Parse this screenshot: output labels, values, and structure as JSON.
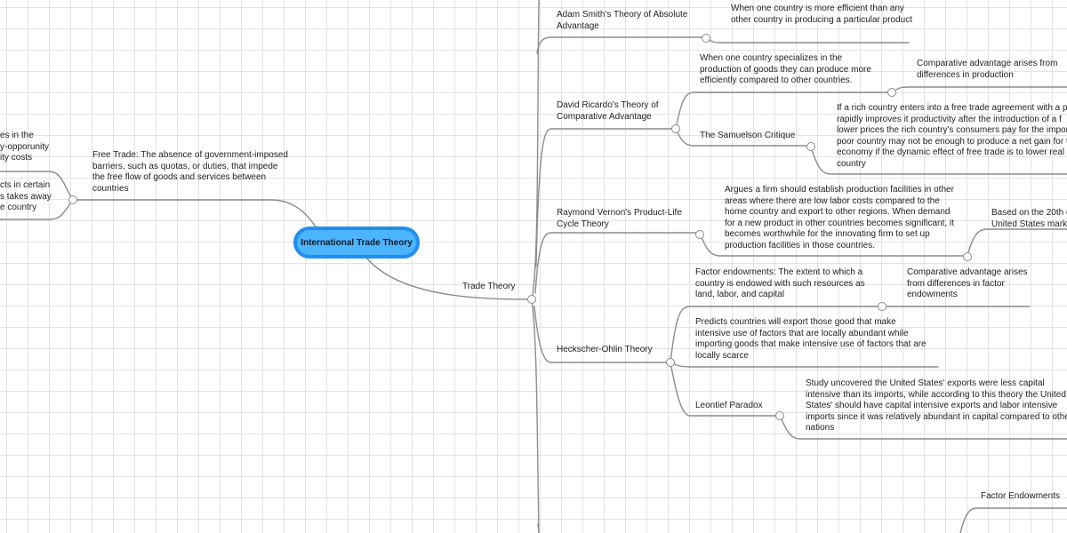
{
  "root": {
    "title": "International Trade Theory"
  },
  "left": {
    "free_trade": "Free Trade: The absence of government-imposed barriers, such as quotas, or duties, that impede the free flow of goods and services between countries",
    "partial_a": [
      "es in the",
      "y-opporunity",
      "ity costs"
    ],
    "partial_b": [
      "cts in certain",
      "s takes away",
      "e country"
    ]
  },
  "trade_theory": {
    "label": "Trade Theory",
    "smith": {
      "label": "Adam Smith's Theory of Absolute Advantage",
      "note": "When one country is more efficient than any other country in producing a particular product"
    },
    "ricardo": {
      "label": "David Ricardo's Theory of Comparative Advantage",
      "spec": "When one country specializes in the production of goods they can produce more efficiently compared to other countries.",
      "spec_child": "Comparative advantage arises from differences in production",
      "samuelson": "The Samuelson Critique",
      "samuelson_note": [
        "If a rich country enters into a free trade agreement with a p",
        "rapidly improves it productivity after the introduction of a f",
        "lower prices the rich country's consumers pay for the impor",
        "poor country may not be enough to produce a net gain for t",
        "economy if the dynamic effect of free trade is to lower real",
        "country"
      ]
    },
    "vernon": {
      "label": "Raymond Vernon's Product-Life Cycle Theory",
      "note": "Argues a firm should establish production facilities in other areas where there are low labor costs compared to the home country and export to other regions.  When demand for a new product in other countries becomes significant, it becomes worthwhile for the innovating firm to set up production facilities in those countries.",
      "child": [
        "Based on the 20th c",
        "United States marke"
      ]
    },
    "hecksher": {
      "label": "Heckscher-Ohlin Theory",
      "factor": "Factor endowments: The extent to which a country is endowed with such resources as land, labor, and capital",
      "factor_child": "Comparative advantage arises from differences in factor endowments",
      "predicts": "Predicts countries will export those good that make intensive use of factors that are locally abundant while importing goods that make intensive use of factors that are locally scarce",
      "leontief": "Leontief Paradox",
      "leontief_note": [
        "Study uncovered the United States' exports were less capital",
        "intensive than its imports, while according to this theory the United",
        "States' should have capital intensive exports and labor intensive",
        "imports since it was relatively abundant in capital compared to othe",
        "nations"
      ]
    },
    "factor_endowments": "Factor Endowments"
  },
  "colors": {
    "edge": "#8c8c8c",
    "root_fill": "#4db5ff",
    "root_border": "#1f8ff0",
    "grid": "#e3e3e3"
  }
}
